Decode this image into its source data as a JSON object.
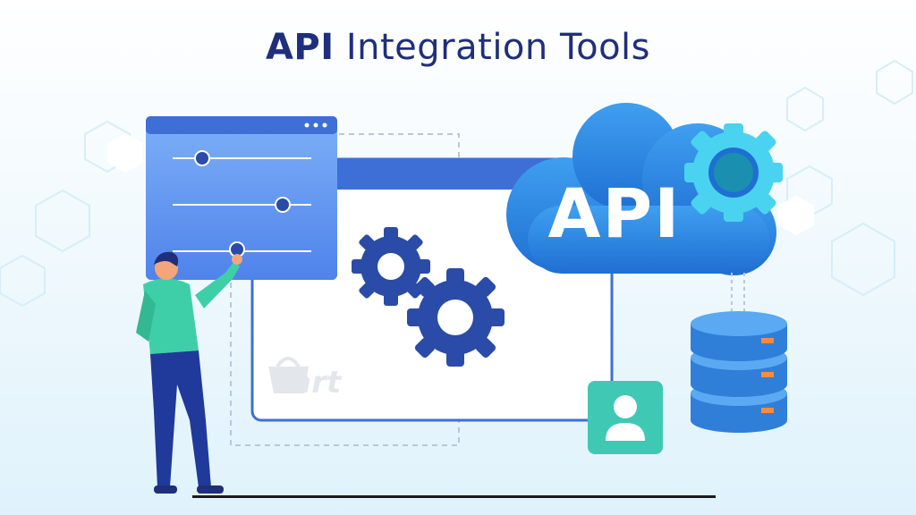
{
  "title": {
    "bold": "API",
    "light": "Integration Tools"
  },
  "cloud": {
    "label": "API"
  },
  "watermark": {
    "brand": "cart"
  },
  "colors": {
    "navy": "#1f2f7c",
    "blue": "#2f6fd9",
    "cloud": "#2f8fe4",
    "teal": "#3fc9b4",
    "shirt": "#3fcfa8",
    "server": "#2f7fd9"
  },
  "icons": [
    "gear-icon",
    "user-icon",
    "database-icon",
    "cart-logo-icon",
    "cloud-icon"
  ]
}
